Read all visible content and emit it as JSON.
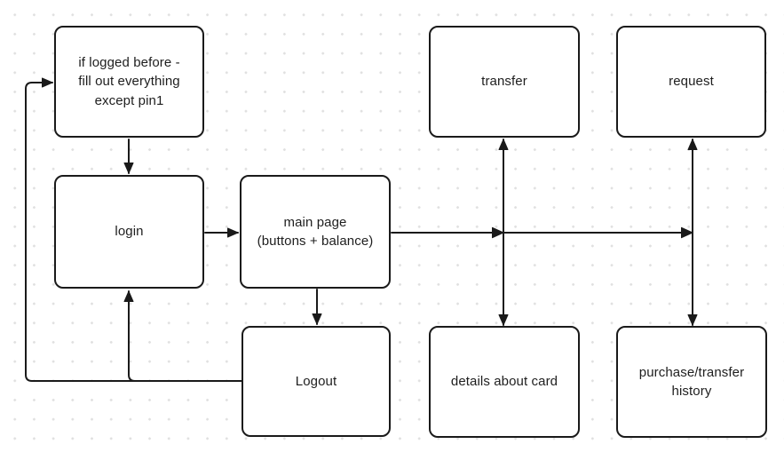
{
  "diagram": {
    "title": "banking app navigation flow",
    "colors": {
      "stroke": "#1a1a1a",
      "text": "#1e1e1e",
      "background": "#ffffff",
      "grid_dot": "#e0e0e0"
    },
    "nodes": {
      "prelogin_hint": {
        "label": "if logged before -\nfill out everything\nexcept pin1"
      },
      "login": {
        "label": "login"
      },
      "main_page": {
        "label": "main page\n(buttons + balance)"
      },
      "logout": {
        "label": "Logout"
      },
      "transfer": {
        "label": "transfer"
      },
      "request": {
        "label": "request"
      },
      "card_details": {
        "label": "details about card"
      },
      "history": {
        "label": "purchase/transfer\nhistory"
      }
    },
    "edges": [
      {
        "from": "prelogin_hint",
        "to": "login"
      },
      {
        "from": "login",
        "to": "main_page"
      },
      {
        "from": "main_page",
        "to": "logout"
      },
      {
        "from": "logout",
        "to": "login"
      },
      {
        "from": "logout",
        "to": "prelogin_hint"
      },
      {
        "from": "main_page",
        "to": "transfer"
      },
      {
        "from": "main_page",
        "to": "card_details"
      },
      {
        "from": "main_page",
        "to": "request"
      },
      {
        "from": "main_page",
        "to": "history"
      }
    ]
  }
}
